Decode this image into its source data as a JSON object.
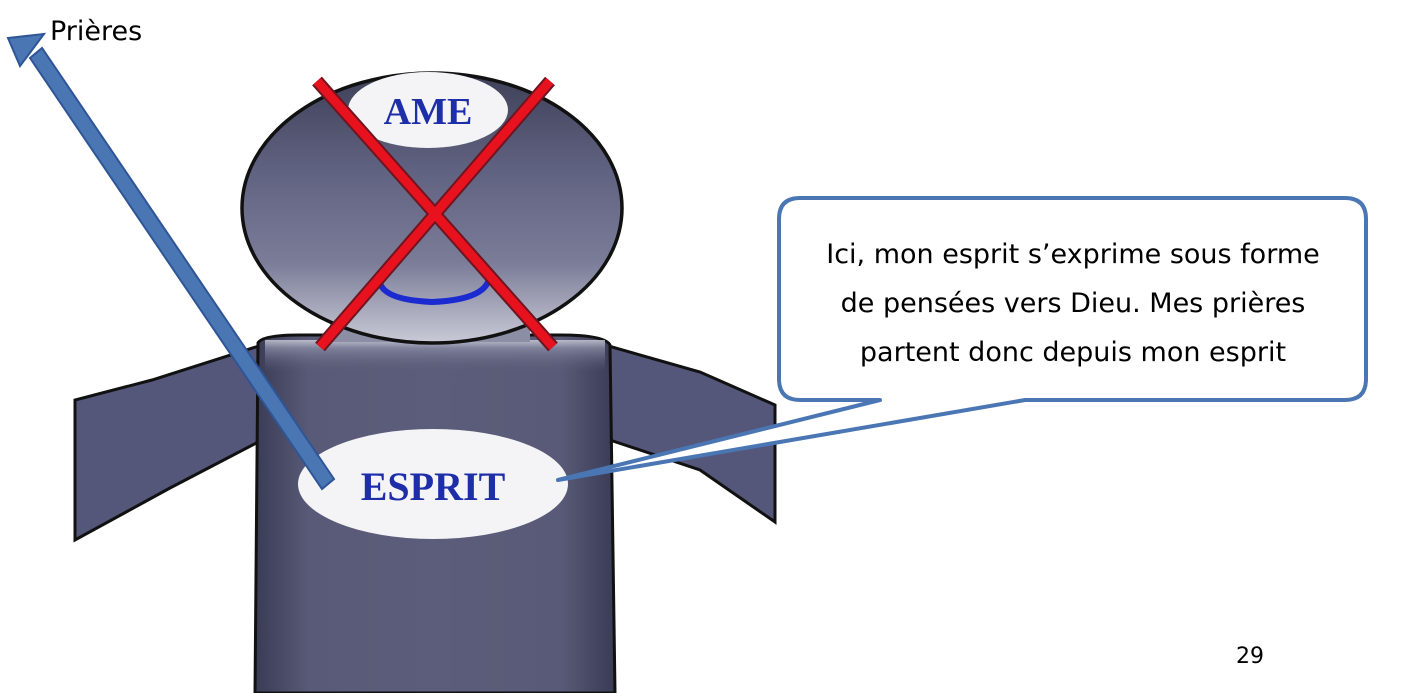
{
  "prayers_label": "Prières",
  "soul_label": "AME",
  "spirit_label": "ESPRIT",
  "callout": {
    "lines": [
      "Ici, mon esprit s’exprime sous forme",
      "de pensées vers Dieu. Mes prières",
      "partent donc depuis mon esprit"
    ]
  },
  "page_number": "29",
  "colors": {
    "figure_fill": "#5a5c79",
    "figure_dark": "#2f3048",
    "arrow": "#4a76b4",
    "arrow_stroke": "#2f5597",
    "cross": "#e8121e",
    "label_text": "#1d2ea8",
    "callout_border": "#4a76b4"
  },
  "icons": {
    "cross": "x-mark-icon",
    "arrow": "arrow-up-left-icon"
  }
}
